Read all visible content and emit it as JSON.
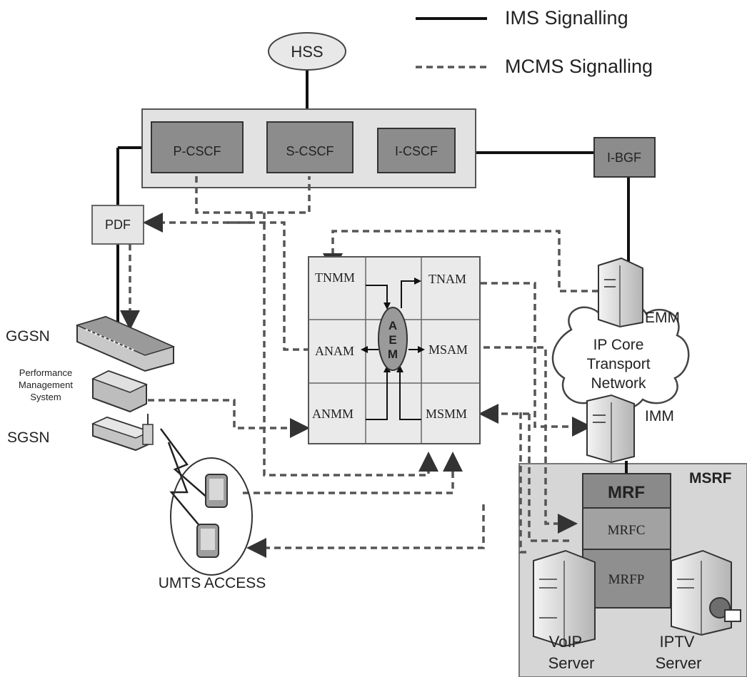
{
  "legend": {
    "ims": "IMS Signalling",
    "mcms": "MCMS Signalling"
  },
  "nodes": {
    "hss": "HSS",
    "pcscf": "P-CSCF",
    "scscf": "S-CSCF",
    "icscf": "I-CSCF",
    "ibgf": "I-BGF",
    "pdf": "PDF",
    "ggsn": "GGSN",
    "pms_line1": "Performance",
    "pms_line2": "Management",
    "pms_line3": "System",
    "sgsn": "SGSN",
    "umts": "UMTS ACCESS",
    "emm": "EMM",
    "imm": "IMM",
    "core_line1": "IP Core",
    "core_line2": "Transport",
    "core_line3": "Network",
    "msrf": "MSRF",
    "mrf": "MRF",
    "mrfc": "MRFC",
    "mrfp": "MRFP",
    "voip_line1": "VoIP",
    "voip_line2": "Server",
    "iptv_line1": "IPTV",
    "iptv_line2": "Server"
  },
  "center": {
    "tnmm": "TNMM",
    "tnam": "TNAM",
    "anam": "ANAM",
    "msam": "MSAM",
    "anmm": "ANMM",
    "msmm": "MSMM",
    "aem_a": "A",
    "aem_e": "E",
    "aem_m": "M"
  },
  "colors": {
    "box_dark": "#8c8c8c",
    "box_light": "#d4d4d4",
    "panel": "#e2e2e2",
    "msrf_bg": "#d6d6d6"
  }
}
